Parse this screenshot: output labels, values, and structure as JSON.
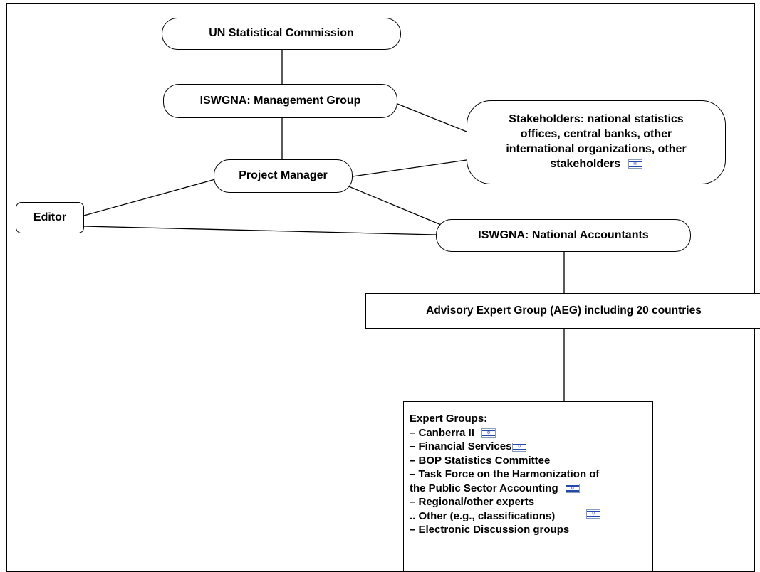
{
  "nodes": {
    "un_commission": "UN Statistical Commission",
    "management_group": "ISWGNA: Management Group",
    "project_manager": "Project Manager",
    "editor": "Editor",
    "stakeholders": {
      "lines": [
        "Stakeholders: national statistics",
        "offices, central banks, other",
        "international organizations, other",
        "stakeholders"
      ],
      "flag_icon": "israel-flag-icon"
    },
    "national_accountants": "ISWGNA: National Accountants",
    "aeg": "Advisory Expert Group (AEG) including 20 countries",
    "expert_groups": {
      "items": [
        "Expert Groups:",
        "– Canberra II",
        "– Financial Services",
        "– BOP Statistics Committee",
        "– Task Force on the Harmonization of",
        "the Public Sector Accounting",
        "– Regional/other experts",
        ".. Other (e.g., classifications)",
        "– Electronic Discussion groups"
      ],
      "flag_icon": "israel-flag-icon"
    }
  },
  "colors": {
    "line": "#000000",
    "flag_blue": "#2447b0"
  }
}
